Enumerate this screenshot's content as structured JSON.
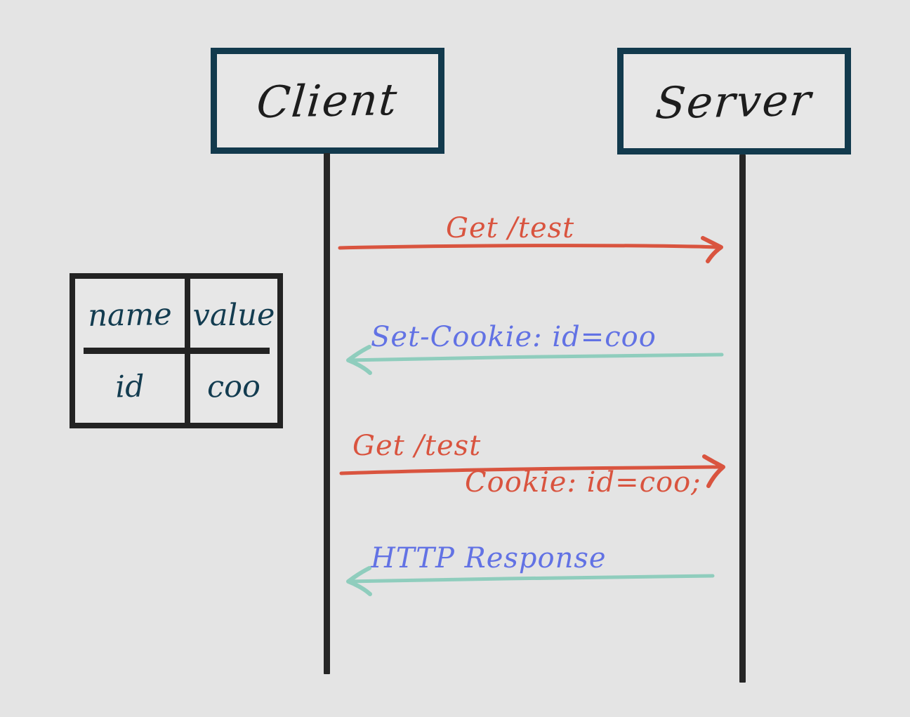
{
  "diagram": {
    "title": "HTTP Cookie Exchange Sequence Diagram",
    "background_color": "#e4e4e4",
    "participants": [
      {
        "id": "client",
        "label": "Client",
        "border_color": "#123a4d"
      },
      {
        "id": "server",
        "label": "Server",
        "border_color": "#123a4d"
      }
    ],
    "lifeline_color": "#262626",
    "cookie_table": {
      "name": "cookie-store",
      "headers": [
        "name",
        "value"
      ],
      "rows": [
        [
          "id",
          "coo"
        ]
      ],
      "text_color": "#133c50",
      "border_color": "#232323"
    },
    "messages": [
      {
        "id": "get-1",
        "direction": "right",
        "from": "client",
        "to": "server",
        "color": "#d9543f",
        "label_color": "#d9543f",
        "lines": [
          "Get /test"
        ]
      },
      {
        "id": "set-cookie",
        "direction": "left",
        "from": "server",
        "to": "client",
        "color": "#8fcdbd",
        "label_color": "#6272e4",
        "lines": [
          "Set-Cookie: id=coo"
        ]
      },
      {
        "id": "get-2",
        "direction": "right",
        "from": "client",
        "to": "server",
        "color": "#d9543f",
        "label_color": "#d9543f",
        "lines": [
          "Get /test",
          "Cookie: id=coo;"
        ]
      },
      {
        "id": "http-response",
        "direction": "left",
        "from": "server",
        "to": "client",
        "color": "#8fcdbd",
        "label_color": "#6272e4",
        "lines": [
          "HTTP Response"
        ]
      }
    ],
    "colors": {
      "red": "#d9543f",
      "blue": "#6272e4",
      "teal": "#8fcdbd",
      "navy": "#123a4d",
      "black": "#262626",
      "background": "#e4e4e4"
    }
  }
}
